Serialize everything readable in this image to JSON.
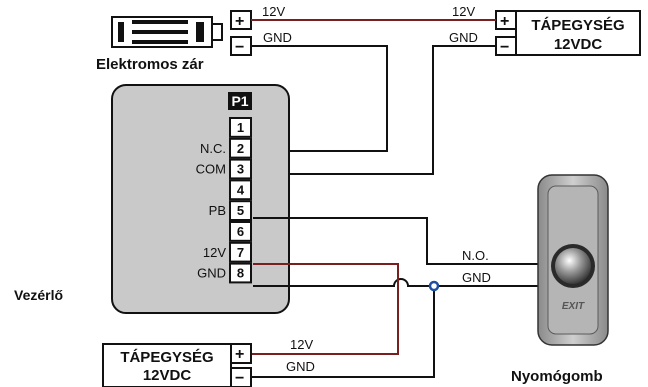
{
  "colors": {
    "wire_black": "#111111",
    "wire_red": "#7a1f1f",
    "controller_fill": "#c9c9c9",
    "junction": "#1f4fa0"
  },
  "lock": {
    "label": "Elektromos zár",
    "plus": "+",
    "minus": "−",
    "wire_plus": "12V",
    "wire_minus": "GND"
  },
  "psu_top": {
    "title": "TÁPEGYSÉG",
    "voltage": "12VDC",
    "plus": "+",
    "minus": "−",
    "wire_plus": "12V",
    "wire_minus": "GND"
  },
  "controller": {
    "label": "Vezérlő",
    "header": "P1",
    "pins": [
      {
        "num": "1",
        "name": ""
      },
      {
        "num": "2",
        "name": "N.C."
      },
      {
        "num": "3",
        "name": "COM"
      },
      {
        "num": "4",
        "name": ""
      },
      {
        "num": "5",
        "name": "PB"
      },
      {
        "num": "6",
        "name": ""
      },
      {
        "num": "7",
        "name": "12V"
      },
      {
        "num": "8",
        "name": "GND"
      }
    ]
  },
  "button": {
    "label": "Nyomógomb",
    "exit_text": "EXIT",
    "wire_no": "N.O.",
    "wire_gnd": "GND"
  },
  "psu_bottom": {
    "title": "TÁPEGYSÉG",
    "voltage": "12VDC",
    "plus": "+",
    "minus": "−",
    "wire_plus": "12V",
    "wire_minus": "GND"
  }
}
